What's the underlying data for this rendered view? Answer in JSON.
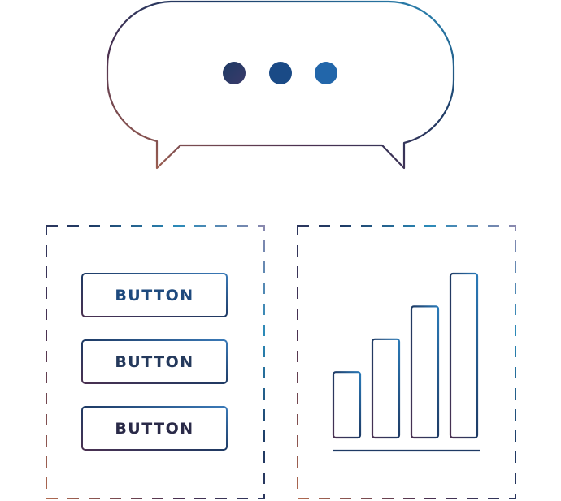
{
  "colors": {
    "navy": "#1e3a64",
    "blue": "#1e6fb0",
    "teal": "#2a8ab8",
    "rust": "#a0644e",
    "plum": "#4a3050",
    "lavender": "#8a88ae",
    "text": "#24395c"
  },
  "speech_bubble": {
    "icon": "chat-bubble-icon",
    "typing_dots": 3
  },
  "buttons_panel": {
    "buttons": [
      {
        "label": "BUTTON"
      },
      {
        "label": "BUTTON"
      },
      {
        "label": "BUTTON"
      }
    ]
  },
  "chart_panel": {
    "icon": "bar-chart-icon",
    "chart_data": {
      "type": "bar",
      "values": [
        2,
        3,
        4,
        5
      ],
      "ylim": [
        0,
        5
      ]
    }
  }
}
